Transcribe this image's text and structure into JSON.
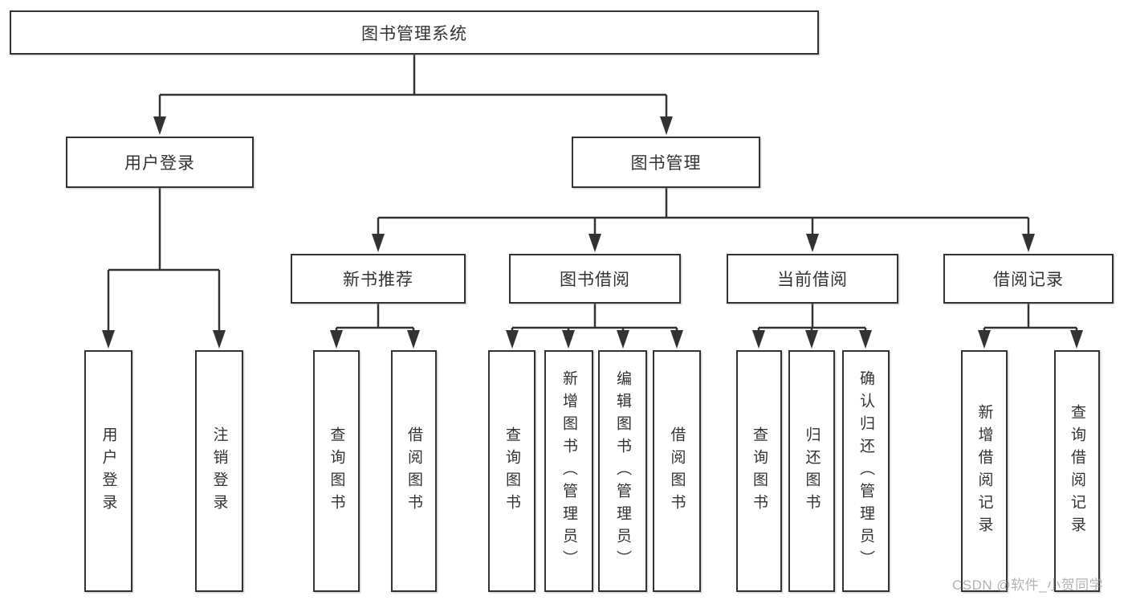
{
  "tree": {
    "label": "图书管理系统",
    "children": [
      {
        "label": "用户登录",
        "children": [
          {
            "label": "用户登录"
          },
          {
            "label": "注销登录"
          }
        ]
      },
      {
        "label": "图书管理",
        "children": [
          {
            "label": "新书推荐",
            "children": [
              {
                "label": "查询图书"
              },
              {
                "label": "借阅图书"
              }
            ]
          },
          {
            "label": "图书借阅",
            "children": [
              {
                "label": "查询图书"
              },
              {
                "label": "新增图书（管理员）"
              },
              {
                "label": "编辑图书（管理员）"
              },
              {
                "label": "借阅图书"
              }
            ]
          },
          {
            "label": "当前借阅",
            "children": [
              {
                "label": "查询图书"
              },
              {
                "label": "归还图书"
              },
              {
                "label": "确认归还（管理员）"
              }
            ]
          },
          {
            "label": "借阅记录",
            "children": [
              {
                "label": "新增借阅记录"
              },
              {
                "label": "查询借阅记录"
              }
            ]
          }
        ]
      }
    ]
  },
  "watermark": {
    "text": "CSDN @软件_小贺同学"
  },
  "colors": {
    "line": "#333333",
    "box_border": "#333333",
    "text": "#333333",
    "watermark": "#8f8f8f"
  }
}
